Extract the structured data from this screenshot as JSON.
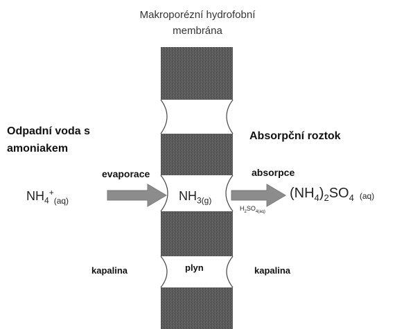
{
  "title": {
    "line1": "Makroporézní hydrofobní",
    "line2": "membrána"
  },
  "labels": {
    "waste_water_line1": "Odpadní voda s",
    "waste_water_line2": "amoniakem",
    "absorption_solution": "Absorpční roztok",
    "evaporation": "evaporace",
    "absorption": "absorpce",
    "liquid_left": "kapalina",
    "gas": "plyn",
    "liquid_right": "kapalina"
  },
  "chemistry": {
    "ammonium_base": "NH",
    "ammonium_sub": "4",
    "ammonium_charge": "+",
    "ammonium_state": "(aq)",
    "ammonia_base": "NH",
    "ammonia_sub": "3(g)",
    "product_part1": "(NH",
    "product_sub1": "4",
    "product_part2": ")",
    "product_sub2": "2",
    "product_part3": "SO",
    "product_sub3": "4",
    "product_state": "(aq)",
    "acid_part1": "H",
    "acid_sub1": "2",
    "acid_part2": "SO",
    "acid_sub2": "4(aq)"
  },
  "colors": {
    "membrane_fill": "#5a5a5a",
    "arrow_fill": "#8c8c8c",
    "outline": "#444444"
  }
}
